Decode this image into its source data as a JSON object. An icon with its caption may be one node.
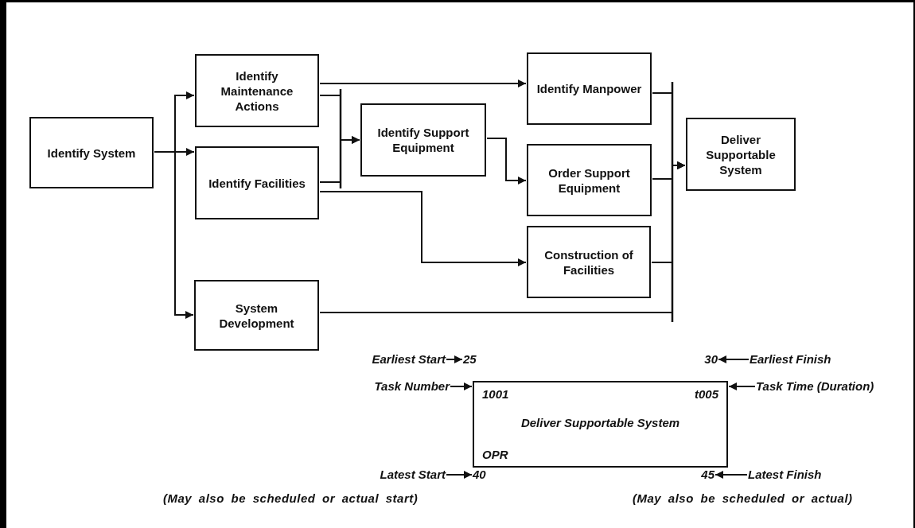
{
  "diagram": {
    "nodes": [
      {
        "text": [
          "Identify System"
        ]
      },
      {
        "text": [
          "Identify Maintenance Actions"
        ]
      },
      {
        "text": [
          "Identify Facilities"
        ]
      },
      {
        "text": [
          "System Development"
        ]
      },
      {
        "text": [
          "Identify Support Equipment"
        ]
      },
      {
        "text": [
          "Identify Manpower"
        ]
      },
      {
        "text": [
          "Order Support Equipment"
        ]
      },
      {
        "text": [
          "Construction of Facilities"
        ]
      },
      {
        "text": [
          "Deliver Supportable System"
        ]
      },
      {
        "text": [
          "1001",
          "t005",
          "Deliver Supportable System",
          "OPR"
        ]
      },
      {
        "text": [
          "Earliest Start"
        ]
      },
      {
        "text": [
          "25"
        ]
      },
      {
        "text": [
          "30"
        ]
      },
      {
        "text": [
          "Earliest Finish"
        ]
      },
      {
        "text": [
          "Task Number"
        ]
      },
      {
        "text": [
          "Task Time (Duration)"
        ]
      },
      {
        "text": [
          "Latest Start"
        ]
      },
      {
        "text": [
          "40"
        ]
      },
      {
        "text": [
          "45"
        ]
      },
      {
        "text": [
          "Latest Finish"
        ]
      }
    ],
    "edges": [
      {
        "from": 0,
        "to": 1,
        "arrow": "to"
      },
      {
        "from": 0,
        "to": 2,
        "arrow": "to"
      },
      {
        "from": 0,
        "to": 3,
        "arrow": "to"
      },
      {
        "from": 1,
        "to": 5,
        "arrow": "to"
      },
      {
        "from": 1,
        "to": 4,
        "arrow": "to"
      },
      {
        "from": 2,
        "to": 4,
        "arrow": "to"
      },
      {
        "from": 2,
        "to": 7,
        "arrow": "to"
      },
      {
        "from": 4,
        "to": 6,
        "arrow": "to"
      },
      {
        "from": 5,
        "to": 8,
        "arrow": "to"
      },
      {
        "from": 6,
        "to": 8,
        "arrow": "to"
      },
      {
        "from": 7,
        "to": 8,
        "arrow": "to"
      },
      {
        "from": 3,
        "to": 8,
        "arrow": "to"
      },
      {
        "from": 10,
        "to": 11,
        "arrow": "to"
      },
      {
        "from": 13,
        "to": 12,
        "arrow": "to"
      },
      {
        "from": 14,
        "to": 9,
        "arrow": "to"
      },
      {
        "from": 15,
        "to": 9,
        "arrow": "to"
      },
      {
        "from": 16,
        "to": 17,
        "arrow": "to"
      },
      {
        "from": 19,
        "to": 18,
        "arrow": "to"
      }
    ],
    "labels": [
      "(May also be scheduled or actual start)",
      "(May also be scheduled or actual)"
    ]
  }
}
